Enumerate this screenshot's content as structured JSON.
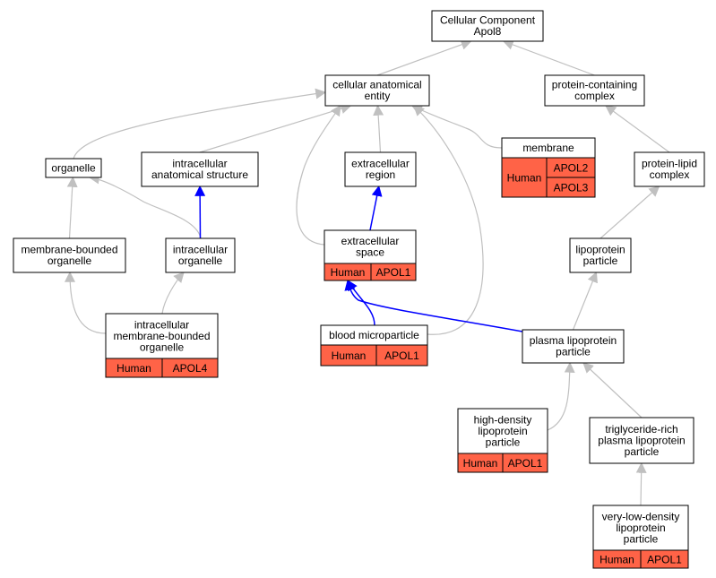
{
  "colors": {
    "edge_gray": "#c0c0c0",
    "edge_blue": "#0000ff",
    "annotation_fill": "#ff6347",
    "node_fill": "#ffffff",
    "border": "#000000"
  },
  "nodes": {
    "cellular_component": {
      "lines": [
        "Cellular Component",
        "Apol8"
      ]
    },
    "cellular_anatomical_entity": {
      "lines": [
        "cellular anatomical",
        "entity"
      ]
    },
    "protein_containing_complex": {
      "lines": [
        "protein-containing",
        "complex"
      ]
    },
    "organelle": {
      "lines": [
        "organelle"
      ]
    },
    "intracellular_anatomical_structure": {
      "lines": [
        "intracellular",
        "anatomical structure"
      ]
    },
    "extracellular_region": {
      "lines": [
        "extracellular",
        "region"
      ]
    },
    "membrane": {
      "lines": [
        "membrane"
      ],
      "species": "Human",
      "genes": [
        "APOL2",
        "APOL3"
      ]
    },
    "protein_lipid_complex": {
      "lines": [
        "protein-lipid",
        "complex"
      ]
    },
    "membrane_bounded_organelle": {
      "lines": [
        "membrane-bounded",
        "organelle"
      ]
    },
    "intracellular_organelle": {
      "lines": [
        "intracellular",
        "organelle"
      ]
    },
    "extracellular_space": {
      "lines": [
        "extracellular",
        "space"
      ],
      "species": "Human",
      "genes": [
        "APOL1"
      ]
    },
    "lipoprotein_particle": {
      "lines": [
        "lipoprotein",
        "particle"
      ]
    },
    "intracellular_membrane_bounded_organelle": {
      "lines": [
        "intracellular",
        "membrane-bounded",
        "organelle"
      ],
      "species": "Human",
      "genes": [
        "APOL4"
      ]
    },
    "blood_microparticle": {
      "lines": [
        "blood microparticle"
      ],
      "species": "Human",
      "genes": [
        "APOL1"
      ]
    },
    "plasma_lipoprotein_particle": {
      "lines": [
        "plasma lipoprotein",
        "particle"
      ]
    },
    "high_density_lipoprotein_particle": {
      "lines": [
        "high-density",
        "lipoprotein",
        "particle"
      ],
      "species": "Human",
      "genes": [
        "APOL1"
      ]
    },
    "triglyceride_rich_plasma_lipoprotein_particle": {
      "lines": [
        "triglyceride-rich",
        "plasma lipoprotein",
        "particle"
      ]
    },
    "very_low_density_lipoprotein_particle": {
      "lines": [
        "very-low-density",
        "lipoprotein",
        "particle"
      ],
      "species": "Human",
      "genes": [
        "APOL1"
      ]
    }
  },
  "edges": [
    {
      "from": "cellular_anatomical_entity",
      "to": "cellular_component",
      "style": "gray"
    },
    {
      "from": "protein_containing_complex",
      "to": "cellular_component",
      "style": "gray"
    },
    {
      "from": "organelle",
      "to": "cellular_anatomical_entity",
      "style": "gray"
    },
    {
      "from": "intracellular_anatomical_structure",
      "to": "cellular_anatomical_entity",
      "style": "gray"
    },
    {
      "from": "extracellular_region",
      "to": "cellular_anatomical_entity",
      "style": "gray"
    },
    {
      "from": "extracellular_space",
      "to": "cellular_anatomical_entity",
      "style": "gray"
    },
    {
      "from": "blood_microparticle",
      "to": "cellular_anatomical_entity",
      "style": "gray"
    },
    {
      "from": "membrane",
      "to": "cellular_anatomical_entity",
      "style": "gray"
    },
    {
      "from": "protein_lipid_complex",
      "to": "protein_containing_complex",
      "style": "gray"
    },
    {
      "from": "membrane_bounded_organelle",
      "to": "organelle",
      "style": "gray"
    },
    {
      "from": "intracellular_organelle",
      "to": "organelle",
      "style": "gray"
    },
    {
      "from": "intracellular_organelle",
      "to": "intracellular_anatomical_structure",
      "style": "blue"
    },
    {
      "from": "extracellular_space",
      "to": "extracellular_region",
      "style": "blue"
    },
    {
      "from": "lipoprotein_particle",
      "to": "protein_lipid_complex",
      "style": "gray"
    },
    {
      "from": "intracellular_membrane_bounded_organelle",
      "to": "membrane_bounded_organelle",
      "style": "gray"
    },
    {
      "from": "intracellular_membrane_bounded_organelle",
      "to": "intracellular_organelle",
      "style": "gray"
    },
    {
      "from": "blood_microparticle",
      "to": "extracellular_space",
      "style": "blue"
    },
    {
      "from": "plasma_lipoprotein_particle",
      "to": "extracellular_space",
      "style": "blue"
    },
    {
      "from": "plasma_lipoprotein_particle",
      "to": "lipoprotein_particle",
      "style": "gray"
    },
    {
      "from": "high_density_lipoprotein_particle",
      "to": "plasma_lipoprotein_particle",
      "style": "gray"
    },
    {
      "from": "triglyceride_rich_plasma_lipoprotein_particle",
      "to": "plasma_lipoprotein_particle",
      "style": "gray"
    },
    {
      "from": "very_low_density_lipoprotein_particle",
      "to": "triglyceride_rich_plasma_lipoprotein_particle",
      "style": "gray"
    }
  ]
}
